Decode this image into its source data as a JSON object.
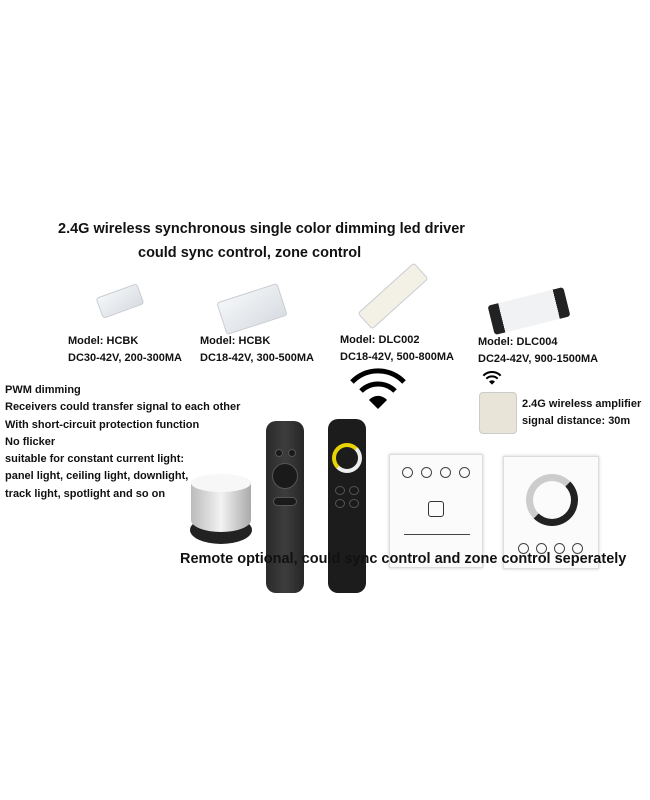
{
  "title_line1": "2.4G wireless synchronous single color dimming led driver",
  "title_line2": "could sync control, zone control",
  "products": [
    {
      "model": "Model: HCBK",
      "spec": "DC30-42V, 200-300MA"
    },
    {
      "model": "Model: HCBK",
      "spec": "DC18-42V, 300-500MA"
    },
    {
      "model": "Model: DLC002",
      "spec": "DC18-42V, 500-800MA"
    },
    {
      "model": "Model: DLC004",
      "spec": "DC24-42V, 900-1500MA"
    }
  ],
  "features": [
    "PWM dimming",
    "Receivers could transfer signal to each other",
    "With short-circuit protection function",
    "No flicker",
    "suitable for constant current light:",
    "panel light, ceiling light, downlight,",
    "track light, spotlight and so on"
  ],
  "amplifier": {
    "line1": "2.4G wireless amplifier",
    "line2": "signal distance: 30m"
  },
  "footer": "Remote optional, could sync control and zone control seperately"
}
